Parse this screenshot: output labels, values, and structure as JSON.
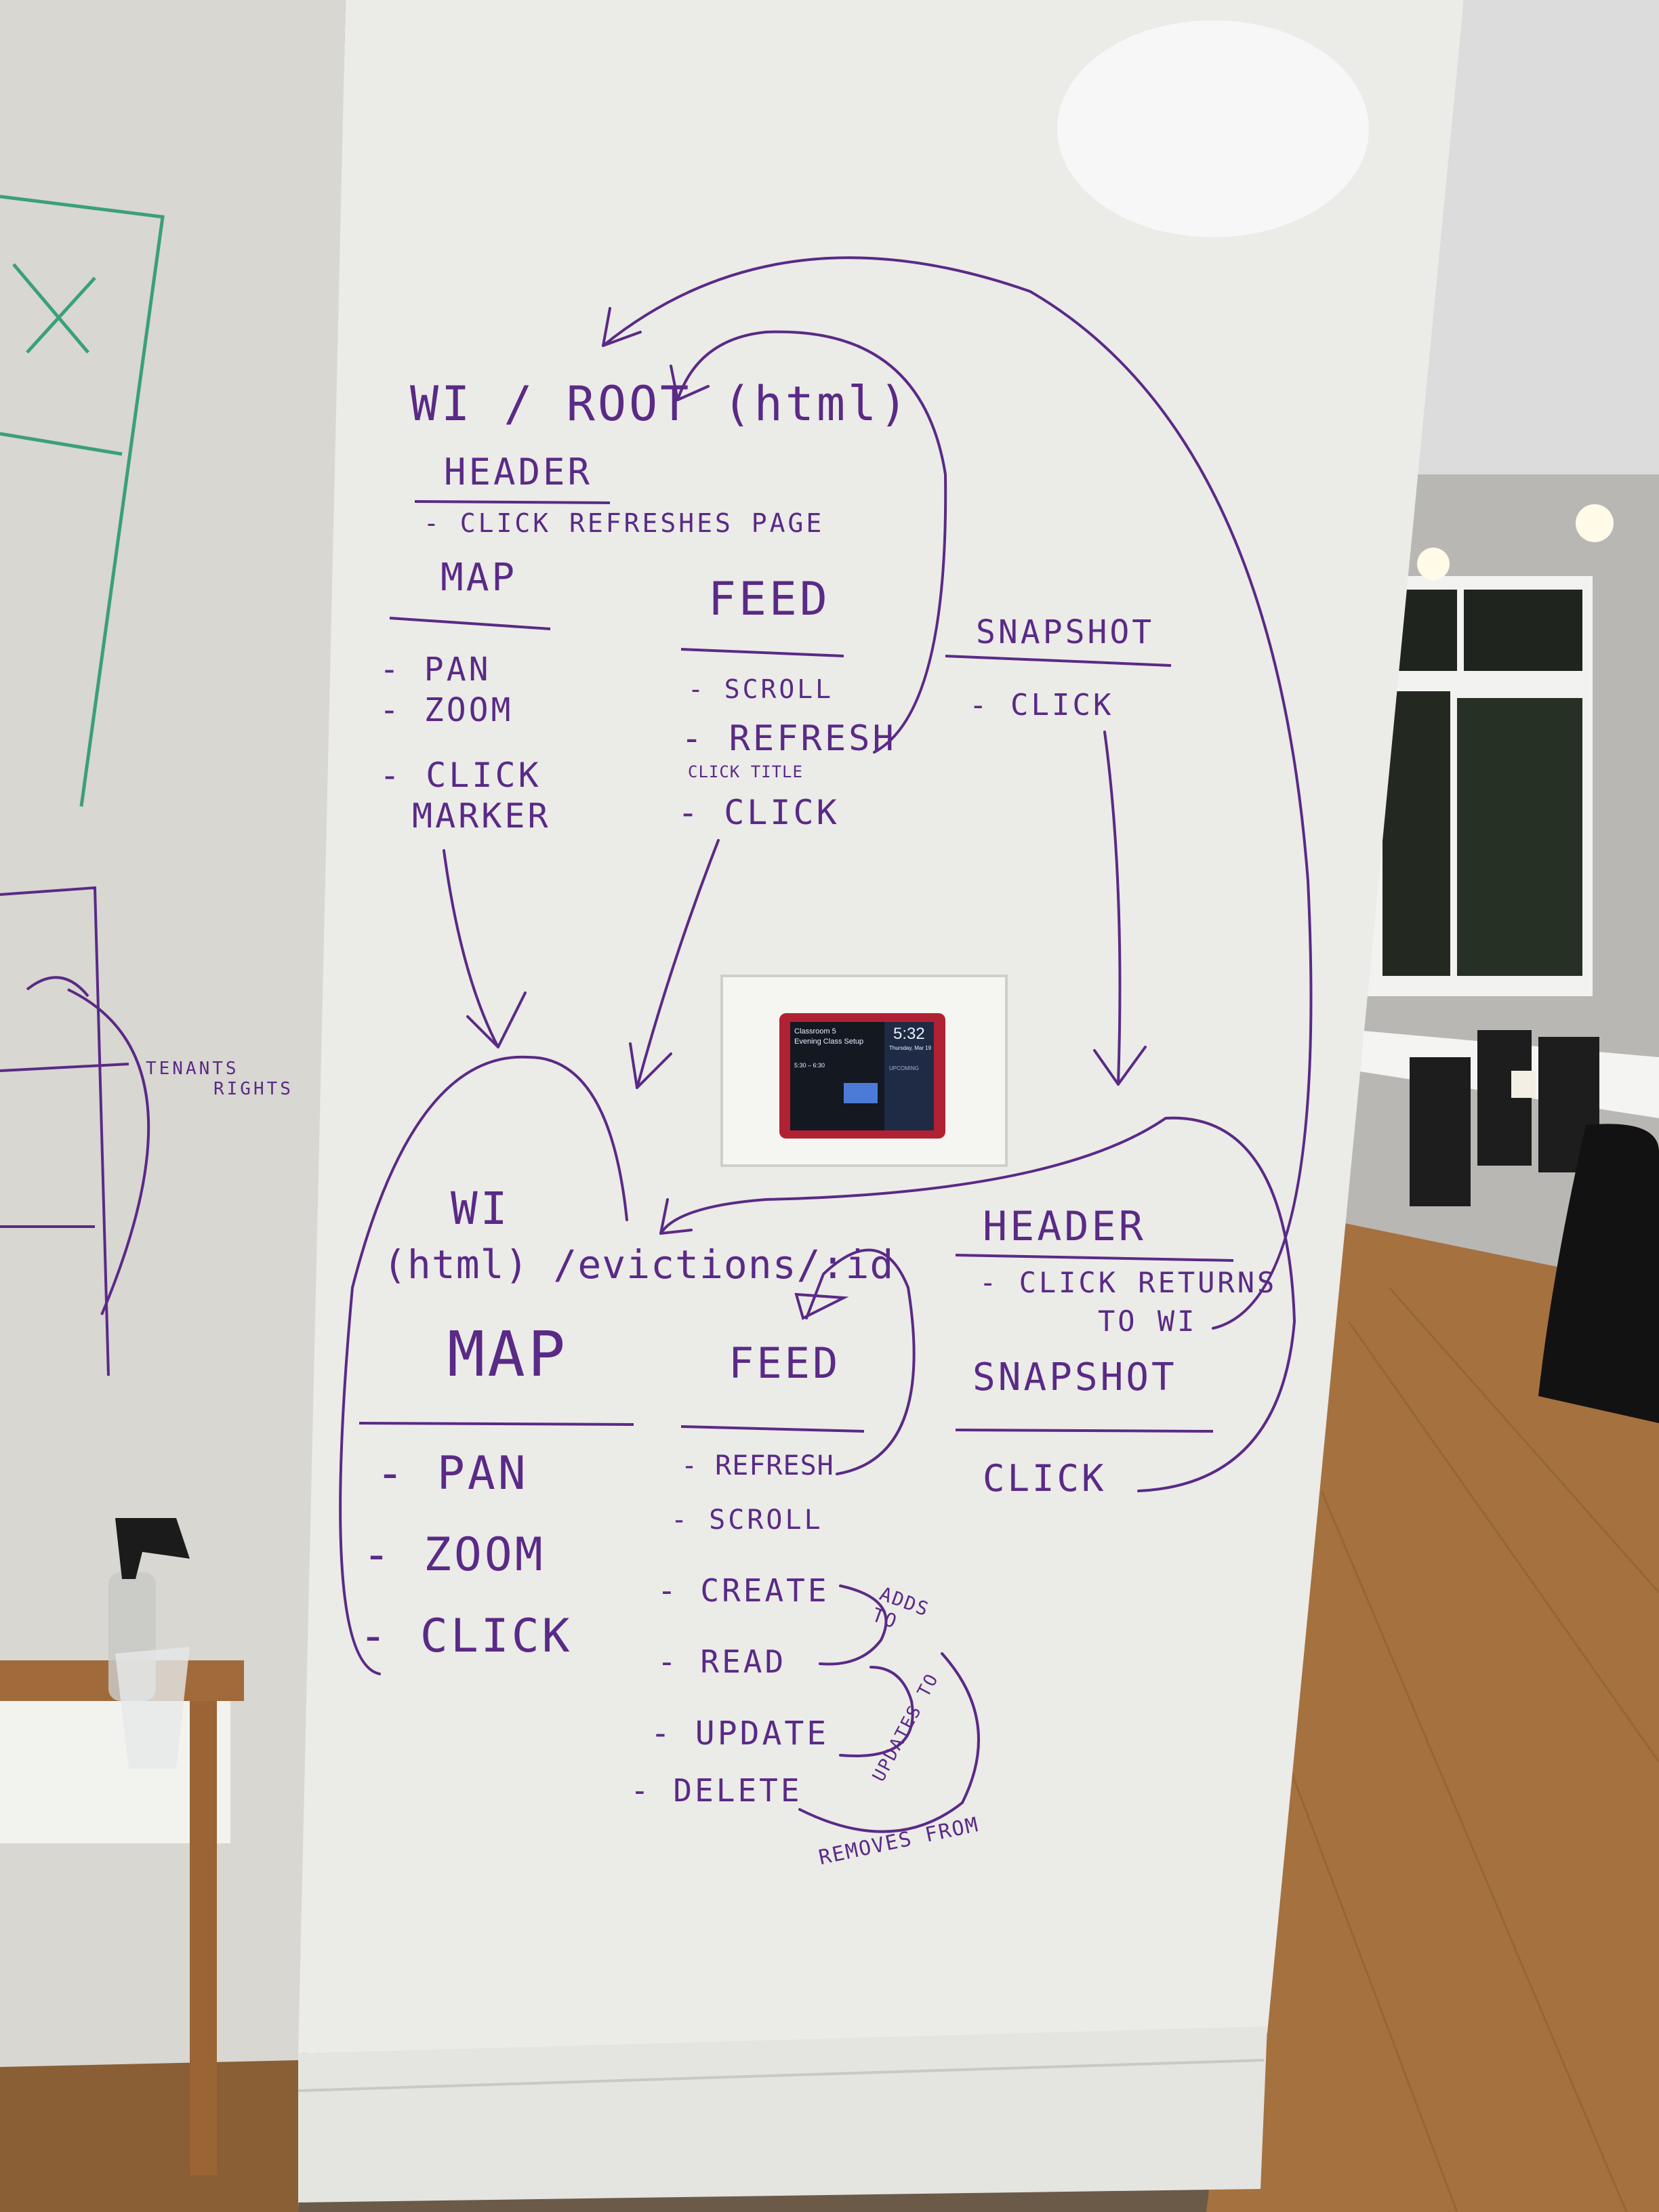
{
  "colors": {
    "ink_purple": "#5a2a86",
    "ink_green": "#3aa07a",
    "wall": "#e9e9e6",
    "floor": "#9a6a3d"
  },
  "whiteboard": {
    "root_section": {
      "title": "WI / ROOT (html)",
      "header": {
        "label": "HEADER",
        "item": "- CLICK REFRESHES PAGE"
      },
      "columns": [
        {
          "label": "MAP",
          "items": [
            "- PAN",
            "- ZOOM",
            "- CLICK",
            "MARKER"
          ]
        },
        {
          "label": "FEED",
          "items": [
            "- SCROLL",
            "- REFRESH",
            "CLICK TITLE",
            "- CLICK"
          ]
        },
        {
          "label": "SNAPSHOT",
          "items": [
            "- CLICK"
          ]
        }
      ]
    },
    "evictions_section": {
      "title_line1": "WI",
      "title_line2": "(html) /evictions/:id",
      "header": {
        "label": "HEADER",
        "item_line1": "- CLICK RETURNS",
        "item_line2": "TO WI"
      },
      "columns": [
        {
          "label": "MAP",
          "items": [
            "- PAN",
            "- ZOOM",
            "- CLICK"
          ]
        },
        {
          "label": "FEED",
          "items": [
            "- REFRESH",
            "- SCROLL",
            "- CREATE",
            "- READ",
            "- UPDATE",
            "- DELETE"
          ]
        },
        {
          "label": "SNAPSHOT",
          "items": [
            "CLICK"
          ]
        }
      ],
      "annotations": [
        "ADDS TO",
        "UPDATES TO",
        "REMOVES FROM"
      ]
    },
    "side_board": {
      "note_line1": "TENANTS",
      "note_line2": "RIGHTS"
    }
  },
  "wall_panel": {
    "room": "Classroom 5",
    "event": "Evening Class Setup",
    "time": "5:32",
    "date": "Thursday, Mar 19",
    "slot": "5:30 – 6:30",
    "status": "UPCOMING"
  }
}
